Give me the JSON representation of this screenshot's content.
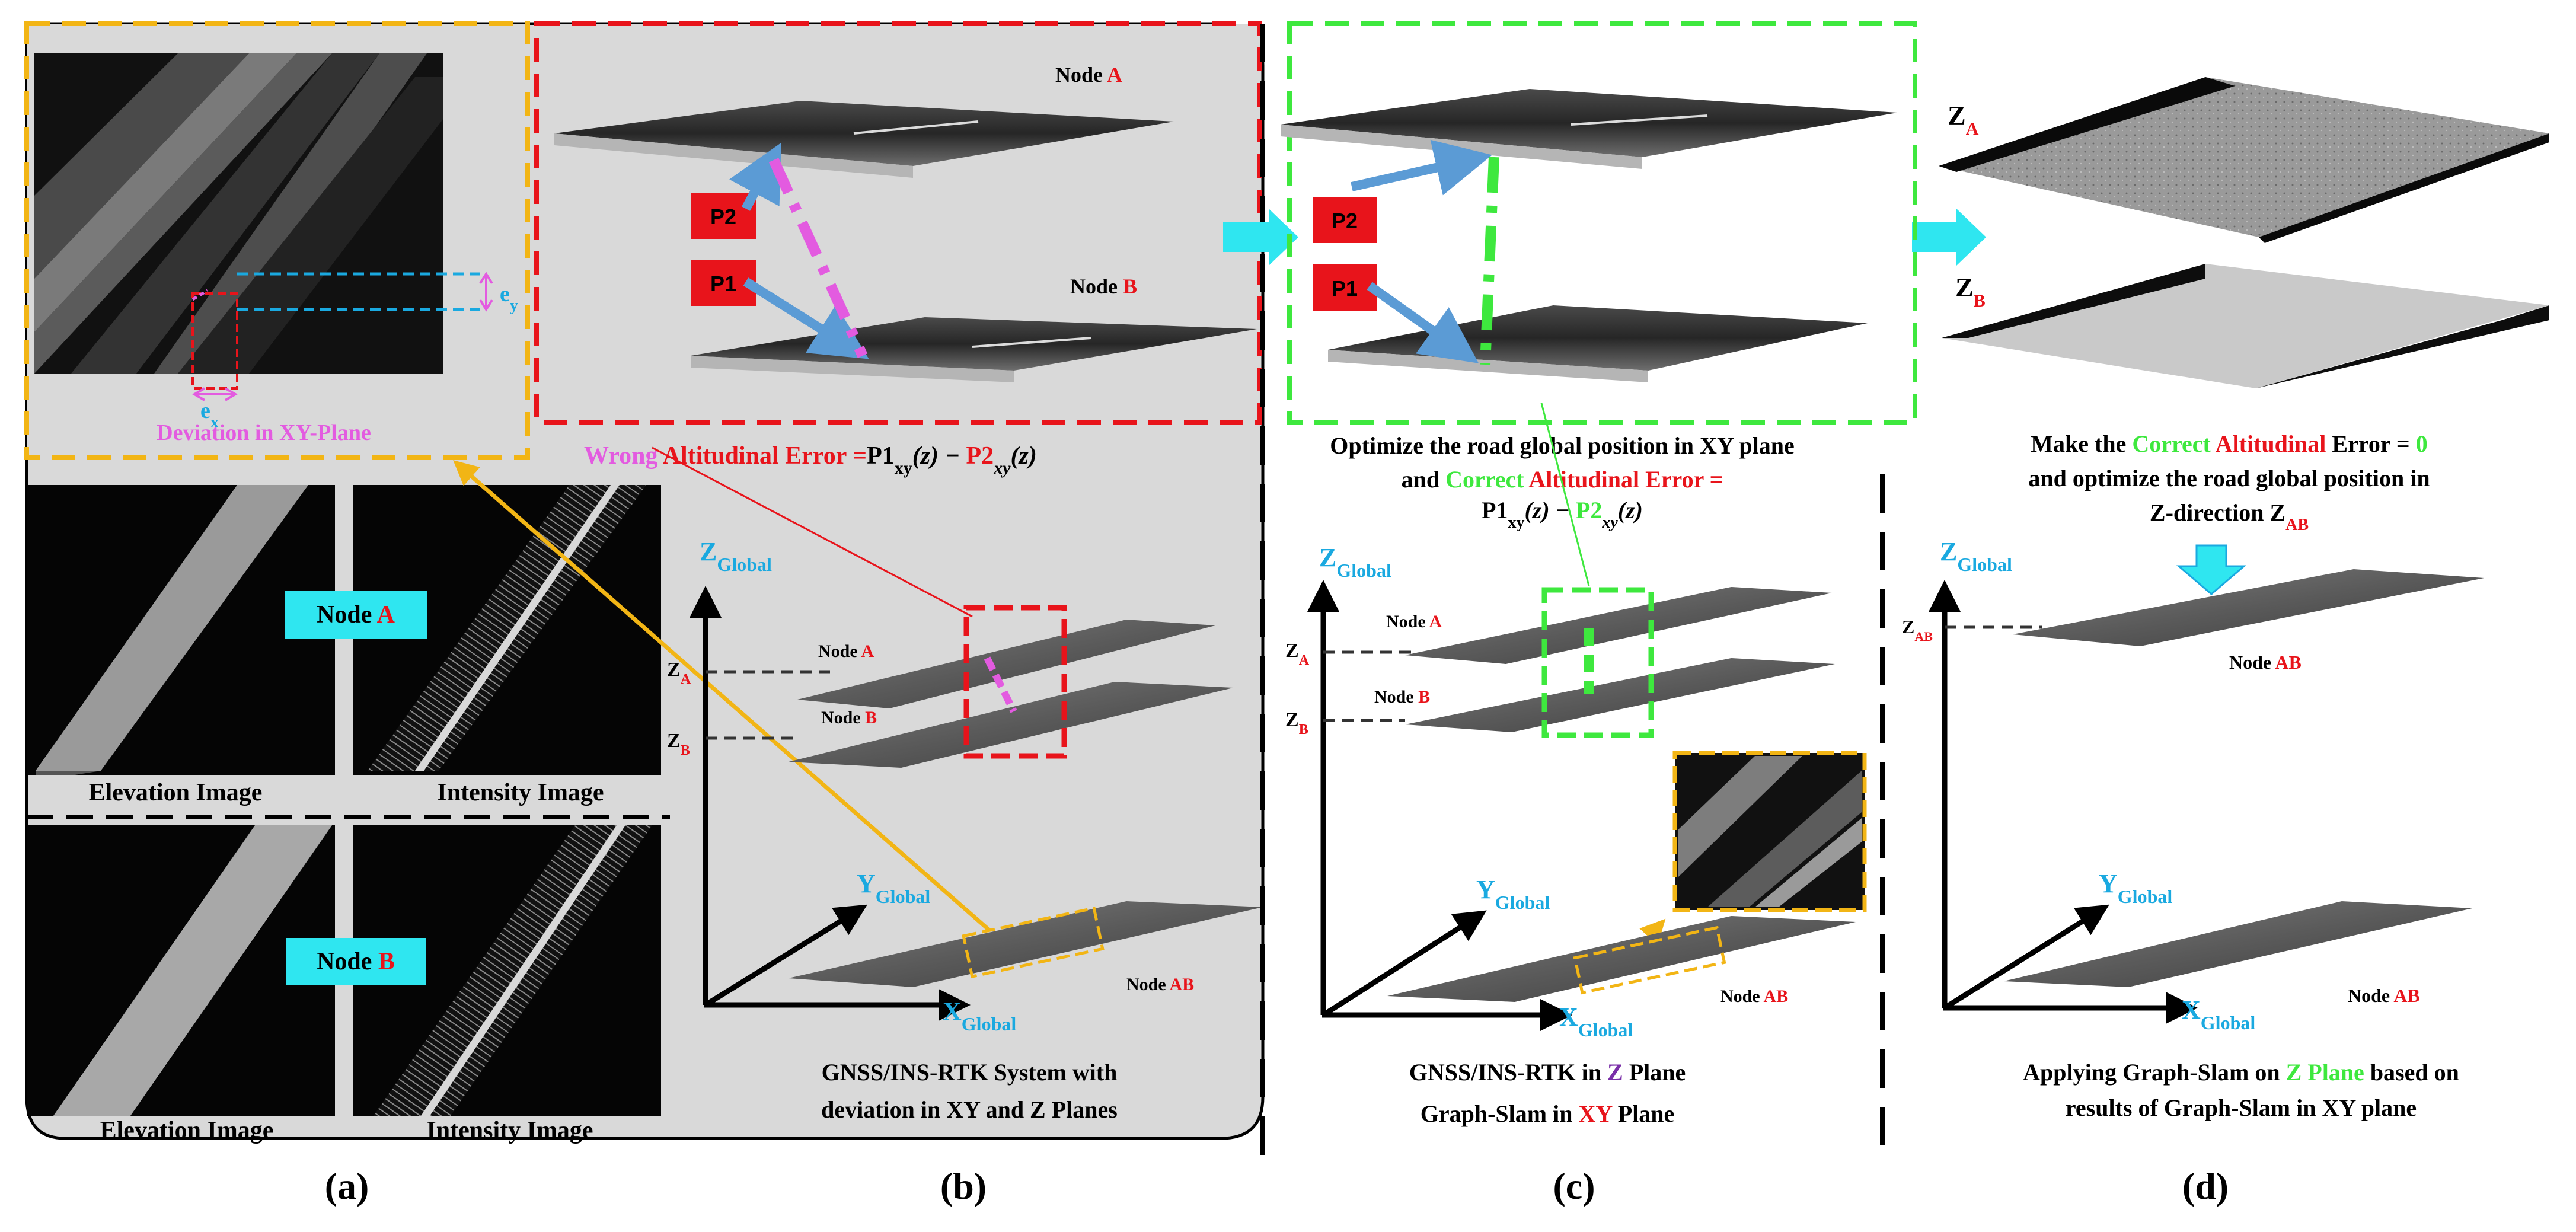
{
  "colors": {
    "red": "#e8141b",
    "green": "#3ee83e",
    "cyan": "#33cfea",
    "blue": "#1aa9e0",
    "magenta": "#e35be0",
    "orange": "#f2b515",
    "purple": "#7a2fa8",
    "panel_gray": "#d9d9d9",
    "arrow_blue": "#5b9bd5",
    "arrow_cyan": "#2fe6f0"
  },
  "panels": {
    "a": {
      "caption": "(a)",
      "deviation_label": "Deviation in XY-Plane",
      "ex": "e",
      "ex_sub": "x",
      "ey": "e",
      "ey_sub": "y",
      "node_a_prefix": "Node ",
      "node_a_letter": "A",
      "node_b_prefix": "Node ",
      "node_b_letter": "B",
      "elev_a": "Elevation Image",
      "inten_a": "Intensity Image",
      "elev_b": "Elevation Image",
      "inten_b": "Intensity Image"
    },
    "b": {
      "caption": "(b)",
      "node_a": "Node ",
      "node_a_letter": "A",
      "node_b": "Node ",
      "node_b_letter": "B",
      "p1": "P1",
      "p2": "P2",
      "wrong_1": "Wrong ",
      "wrong_2": "Altitudinal Error =",
      "wrong_eq_p1": "P1",
      "wrong_eq_xy1": "xy",
      "wrong_eq_z1": "(z) − ",
      "wrong_eq_p2": "P2",
      "wrong_eq_xy2": "xy",
      "wrong_eq_z2": "(z)",
      "z_axis": "Z",
      "z_axis_sub": "Global",
      "y_axis": "Y",
      "y_axis_sub": "Global",
      "x_axis": "X",
      "x_axis_sub": "Global",
      "za": "Z",
      "za_sub": "A",
      "zb": "Z",
      "zb_sub": "B",
      "small_node_a": "Node ",
      "small_node_a_letter": "A",
      "small_node_b": "Node ",
      "small_node_b_letter": "B",
      "node_ab": "Node ",
      "node_ab_letter": "AB",
      "desc_1": "GNSS/INS-RTK System with",
      "desc_2": "deviation in XY and Z Planes"
    },
    "c": {
      "caption": "(c)",
      "p1": "P1",
      "p2": "P2",
      "opt_1": "Optimize the road global  position in XY plane",
      "opt_2a": "and ",
      "opt_2b": "Correct ",
      "opt_2c": "Altitudinal",
      "opt_2d": " Error =",
      "opt_3a": "P1",
      "opt_3b": "xy",
      "opt_3c": "(z) − ",
      "opt_3d": "P2",
      "opt_3e": "xy",
      "opt_3f": "(z)",
      "z_axis": "Z",
      "z_axis_sub": "Global",
      "y_axis": "Y",
      "y_axis_sub": "Global",
      "x_axis": "X",
      "x_axis_sub": "Global",
      "za": "Z",
      "za_sub": "A",
      "zb": "Z",
      "zb_sub": "B",
      "small_node_a": "Node ",
      "small_node_a_letter": "A",
      "small_node_b": "Node ",
      "small_node_b_letter": "B",
      "node_ab": "Node ",
      "node_ab_letter": "AB",
      "desc_1a": "GNSS/INS-RTK in ",
      "desc_1b": "Z",
      "desc_1c": " Plane",
      "desc_2a": "Graph-Slam  in ",
      "desc_2b": "XY",
      "desc_2c": " Plane"
    },
    "d": {
      "caption": "(d)",
      "za": "Z",
      "za_sub": "A",
      "zb": "Z",
      "zb_sub": "B",
      "make_1a": "Make  the ",
      "make_1b": "Correct ",
      "make_1c": "Altitudinal",
      "make_1d": " Error = ",
      "make_1e": "0",
      "make_2": "and optimize the road global position in",
      "make_3": "Z-direction Z",
      "make_3_sub": "AB",
      "z_axis": "Z",
      "z_axis_sub": "Global",
      "y_axis": "Y",
      "y_axis_sub": "Global",
      "x_axis": "X",
      "x_axis_sub": "Global",
      "zab": "Z",
      "zab_sub": "AB",
      "node_ab_top": "Node ",
      "node_ab_top_letter": "AB",
      "node_ab": "Node ",
      "node_ab_letter": "AB",
      "desc_1a": "Applying  Graph-Slam  on ",
      "desc_1b": "Z Plane",
      "desc_1c": " based on",
      "desc_2": "results of Graph-Slam in XY plane"
    }
  }
}
